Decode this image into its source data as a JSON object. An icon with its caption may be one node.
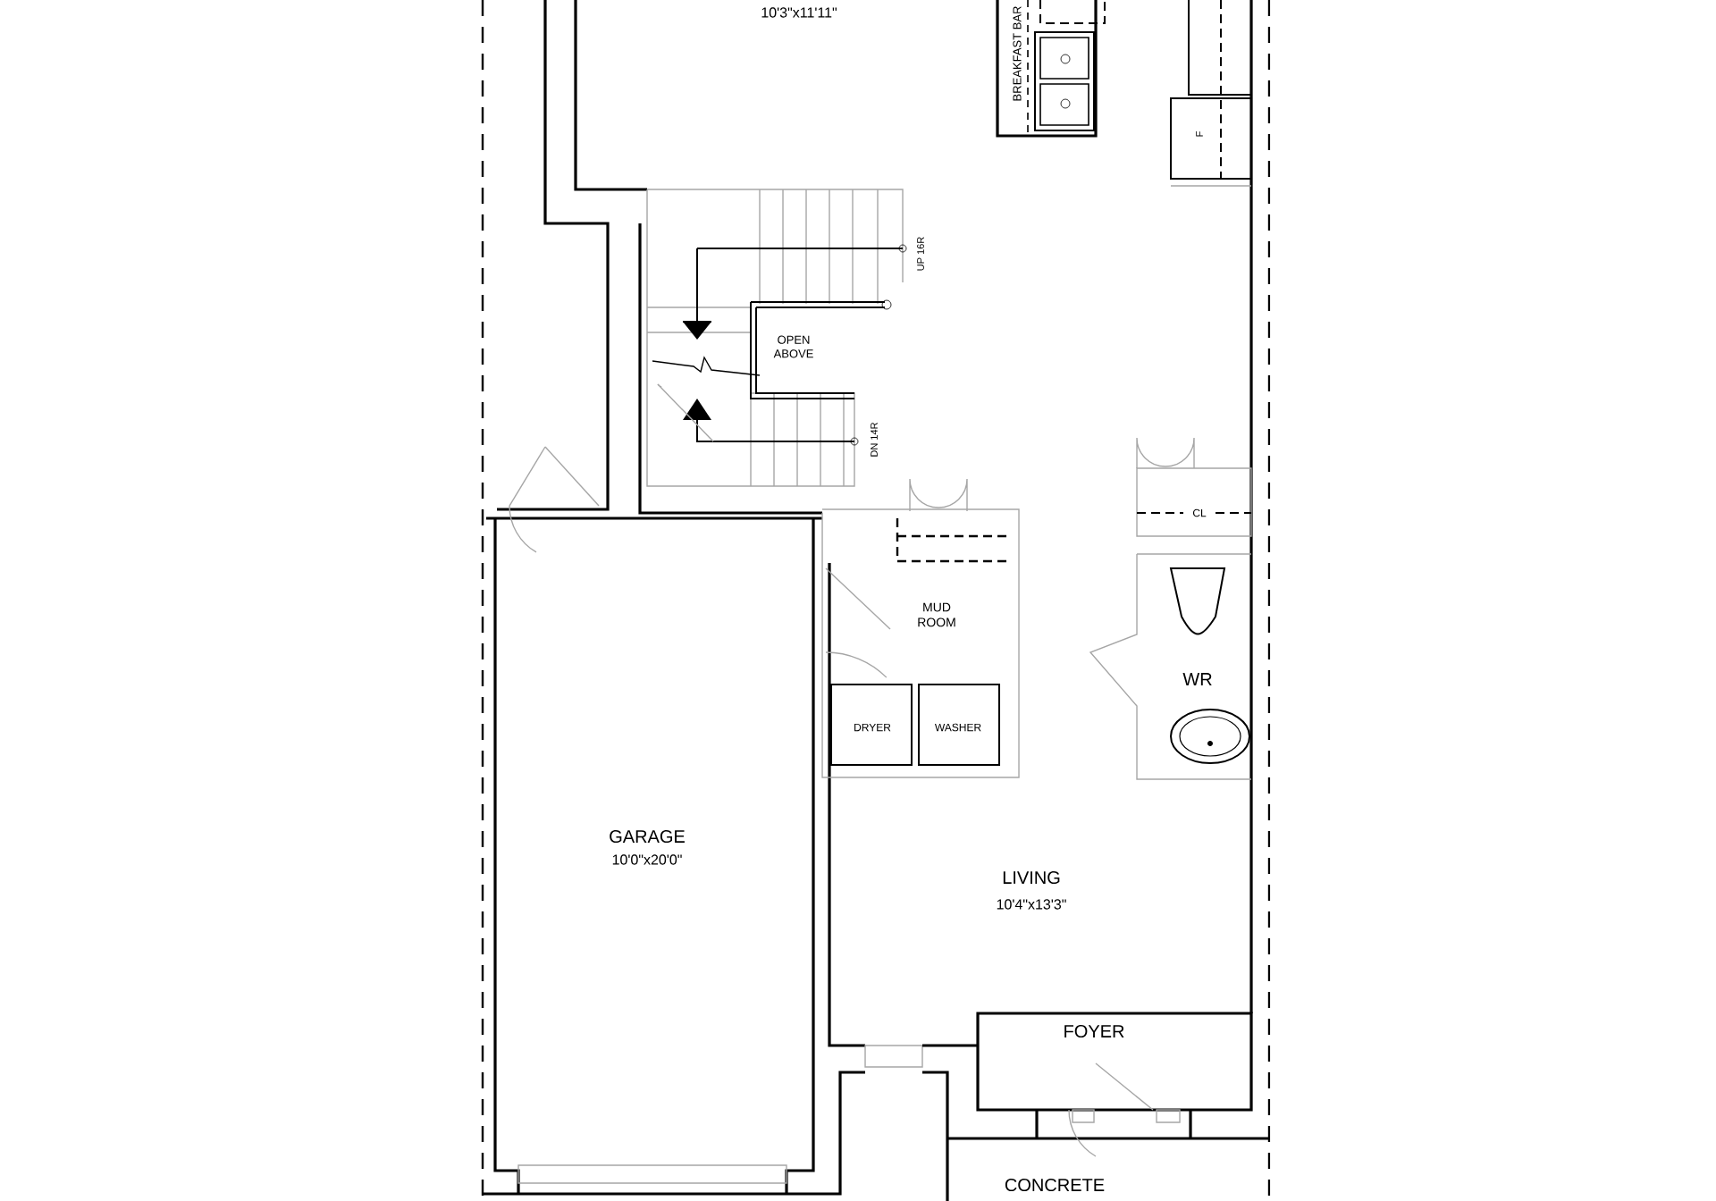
{
  "diagram": {
    "labels": [
      "10'3\"x11'11\"",
      "BREAKFAST BAR",
      "F",
      "UP 16R",
      "OPEN ABOVE",
      "DN 14R",
      "CL",
      "MUD ROOM",
      "WR",
      "DRYER",
      "WASHER",
      "GARAGE",
      "10'0\"x20'0\"",
      "LIVING",
      "10'4\"x13'3\"",
      "FOYER",
      "CONCRETE"
    ]
  }
}
